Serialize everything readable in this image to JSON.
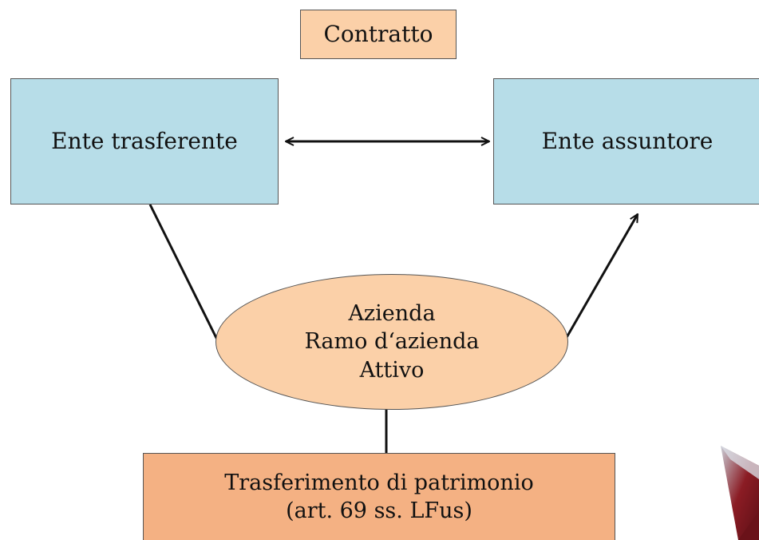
{
  "diagram": {
    "contract_label": "Contratto",
    "transferor_label": "Ente trasferente",
    "acquirer_label": "Ente assuntore",
    "asset_label": "Azienda\nRamo d‘azienda\nAttivo",
    "patrimony_label": "Trasferimento di patrimonio\n(art. 69 ss. LFus)"
  },
  "colors": {
    "peach": "#fbd0a8",
    "light_blue": "#b7dde8",
    "orange": "#f4b183",
    "decor_red": "#8b1c24"
  }
}
